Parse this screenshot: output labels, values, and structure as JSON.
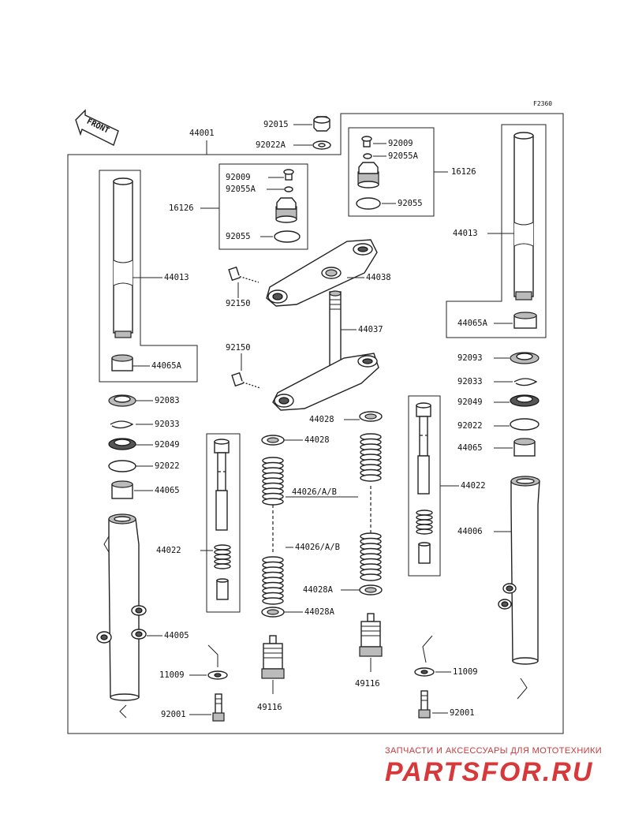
{
  "figure_code": "F2360",
  "front_label": "FRONT",
  "labels": {
    "l44001": "44001",
    "l92015": "92015",
    "l92022A": "92022A",
    "l92009_right": "92009",
    "l92055A_right": "92055A",
    "l16126_right": "16126",
    "l92055_right": "92055",
    "l92009_center": "92009",
    "l92055A_center": "92055A",
    "l16126_center": "16126",
    "l92055_center": "92055",
    "l44013_left": "44013",
    "l44013_right": "44013",
    "l92150_upper": "92150",
    "l44038": "44038",
    "l44037": "44037",
    "l44065A_right": "44065A",
    "l44065A_left": "44065A",
    "l92150_lower": "92150",
    "l92093": "92093",
    "l92033_right": "92033",
    "l92049_right": "92049",
    "l92022_right": "92022",
    "l44065_right": "44065",
    "l92083": "92083",
    "l92033_left": "92033",
    "l92049_left": "92049",
    "l92022_left": "92022",
    "l44065_left": "44065",
    "l44028_top_right": "44028",
    "l44028_top_left": "44028",
    "l44022_right": "44022",
    "l44026_upper": "44026/A/B",
    "l44026_lower": "44026/A/B",
    "l44006": "44006",
    "l44022_left": "44022",
    "l44028A_right": "44028A",
    "l44028A_left": "44028A",
    "l44005": "44005",
    "l11009_left": "11009",
    "l11009_right": "11009",
    "l49116_left": "49116",
    "l49116_right": "49116",
    "l92001_left": "92001",
    "l92001_right": "92001"
  },
  "watermark": {
    "tagline": "ЗАПЧАСТИ И АКСЕССУАРЫ ДЛЯ МОТОТЕХНИКИ",
    "logo": "PARTSFOR.RU"
  },
  "colors": {
    "line": "#222222",
    "watermark": "#d7383a",
    "background": "#ffffff"
  }
}
